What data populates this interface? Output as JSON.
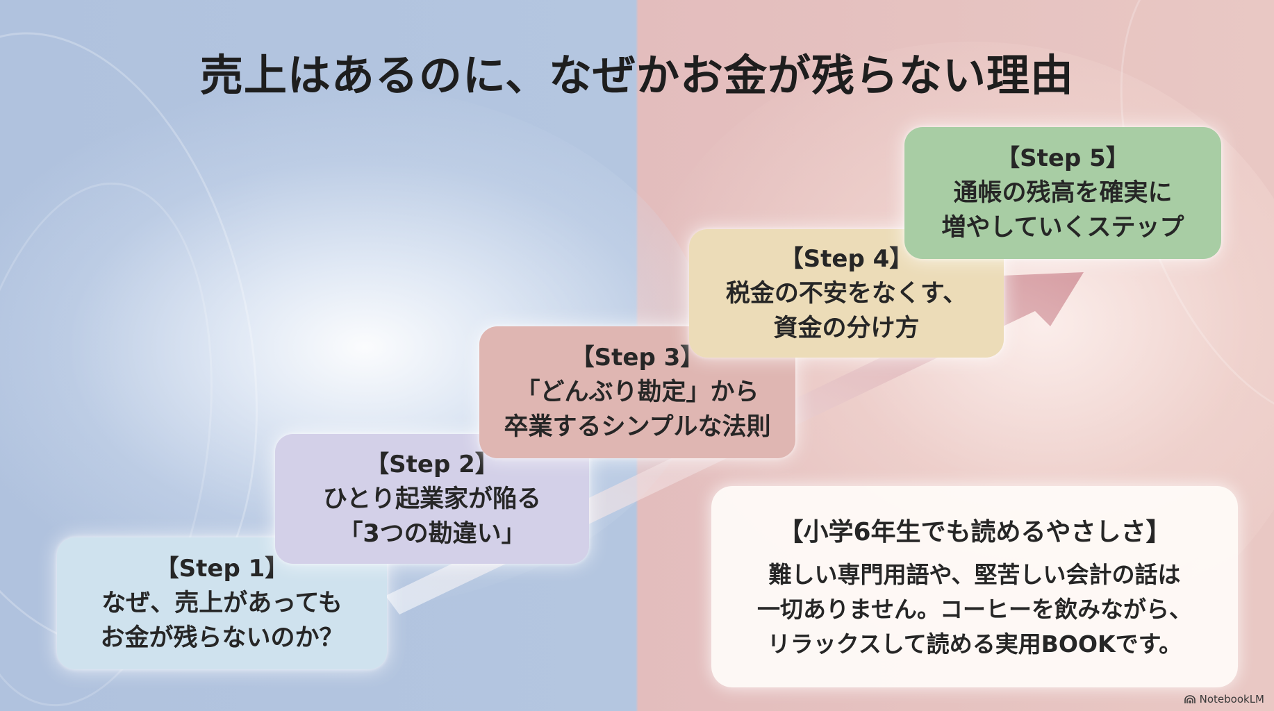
{
  "title": "売上はあるのに、なぜかお金が残らない理由",
  "steps": [
    {
      "head": "【Step 1】",
      "lines": [
        "なぜ、売上があっても",
        "お金が残らないのか？"
      ],
      "color": "#cfe2ee"
    },
    {
      "head": "【Step 2】",
      "lines": [
        "ひとり起業家が陥る",
        "「3つの勘違い」"
      ],
      "color": "#d3d0e8"
    },
    {
      "head": "【Step 3】",
      "lines": [
        "「どんぶり勘定」から",
        "卒業するシンプルな法則"
      ],
      "color": "#dfb6b2"
    },
    {
      "head": "【Step 4】",
      "lines": [
        "税金の不安をなくす、",
        "資金の分け方"
      ],
      "color": "#ecdcb8"
    },
    {
      "head": "【Step 5】",
      "lines": [
        "通帳の残高を確実に",
        "増やしていくステップ"
      ],
      "color": "#a8cda4"
    }
  ],
  "info": {
    "head": "【小学6年生でも読めるやさしさ】",
    "lines": [
      "難しい専門用語や、堅苦しい会計の話は",
      "一切ありません。コーヒーを飲みながら、",
      "リラックスして読める実用BOOKです。"
    ]
  },
  "brand": {
    "label": "NotebookLM",
    "icon": "notebooklm-logo-icon"
  },
  "colors": {
    "background_left": "#b0c2de",
    "background_right": "#e3bdbd",
    "arrow": "#d59aa0",
    "title": "#1e1e1e"
  }
}
